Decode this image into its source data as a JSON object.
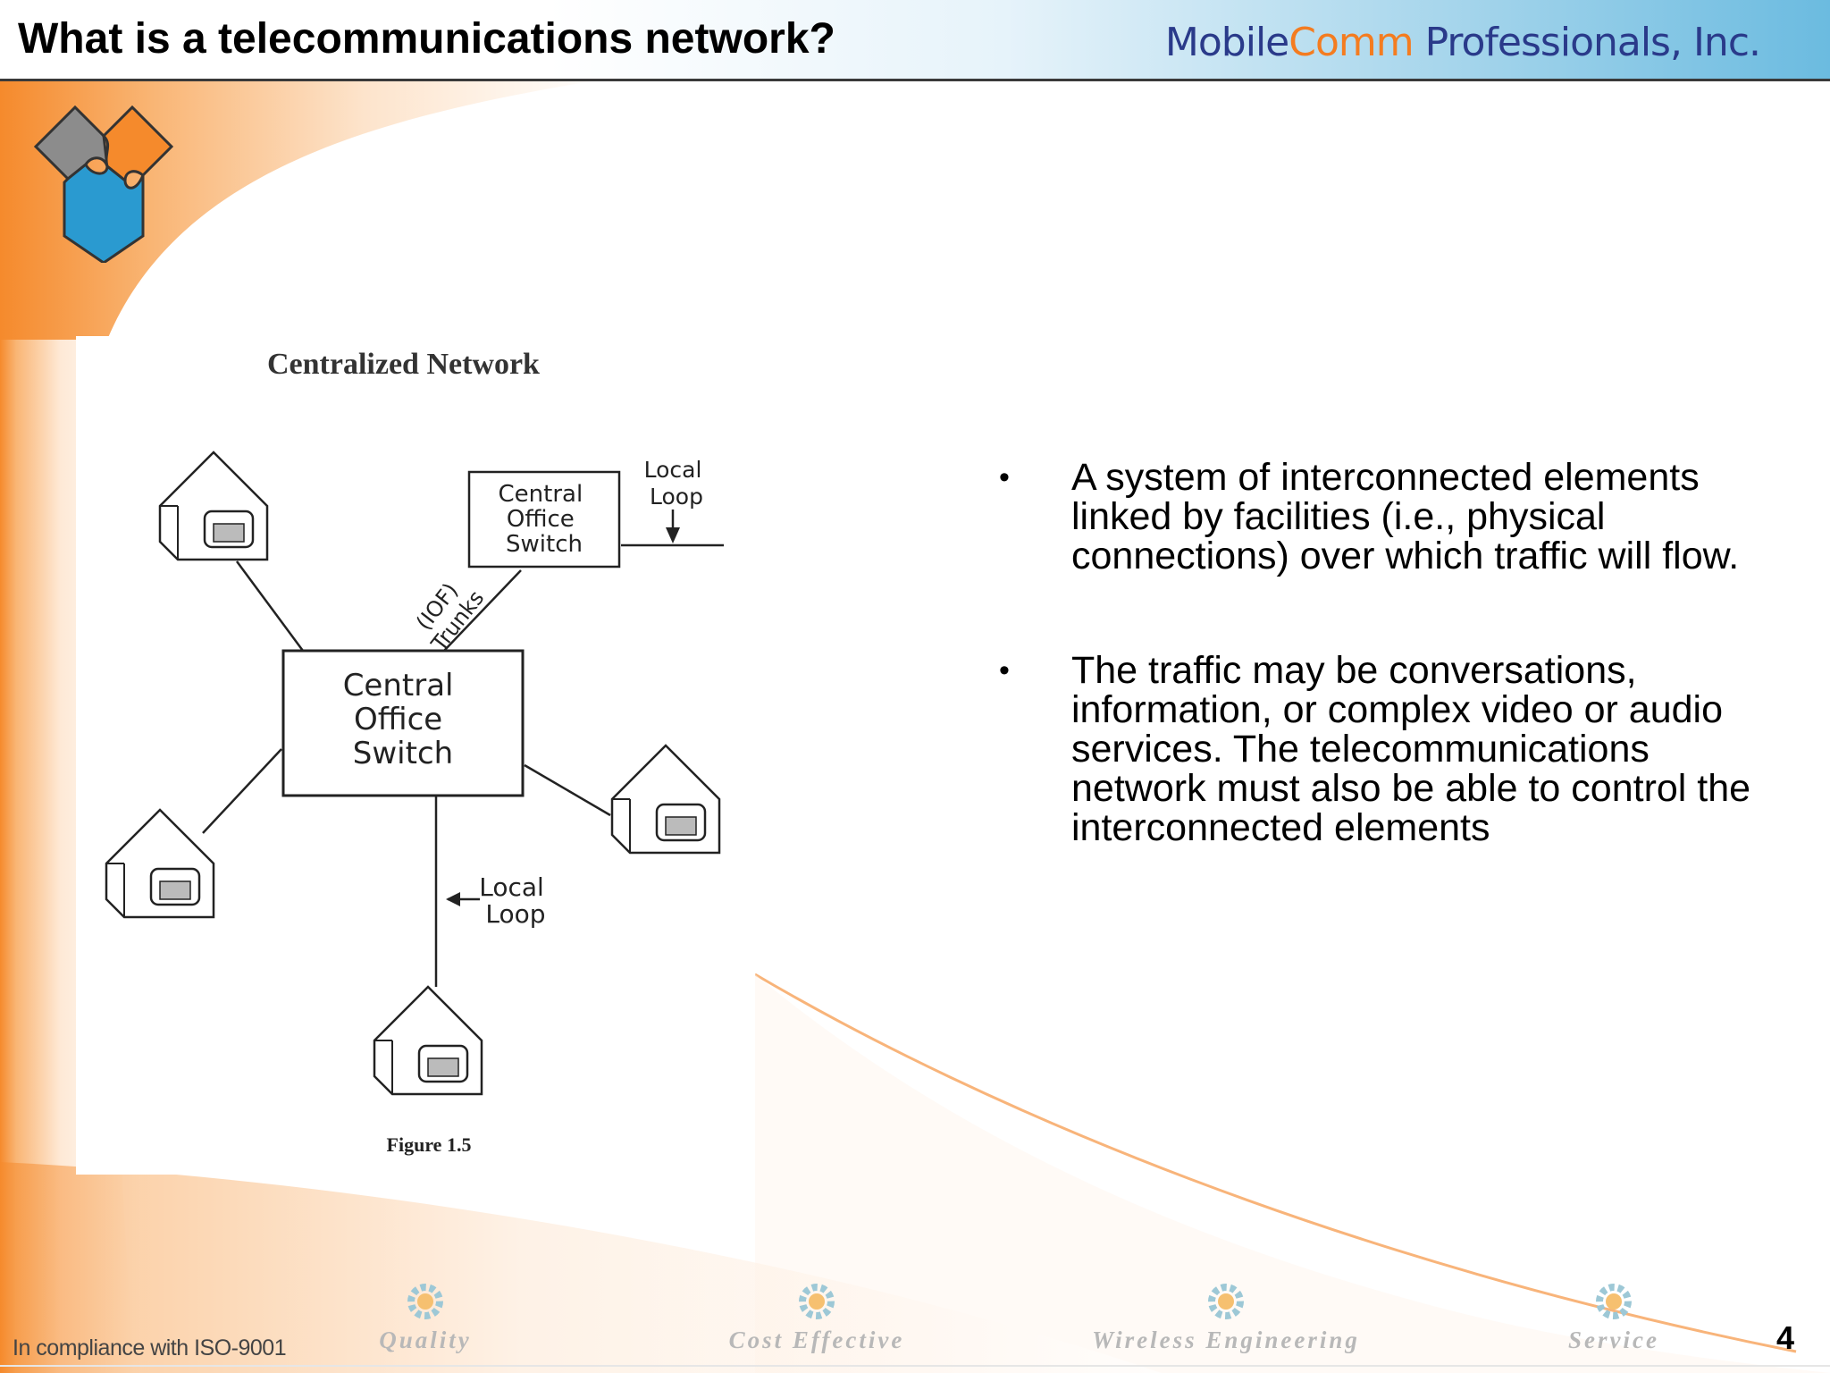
{
  "slide": {
    "title": "What is a telecommunications network?",
    "page_number": "4"
  },
  "brand": {
    "part1": "Mobile",
    "part2": "Comm",
    "part3": " Professionals, Inc."
  },
  "figure": {
    "title": "Centralized Network",
    "caption": "Figure 1.5",
    "central_switch_lines": [
      "Central",
      "Office",
      "Switch"
    ],
    "remote_switch_lines": [
      "Central",
      "Office",
      "Switch"
    ],
    "local_loop_top_lines": [
      "Local",
      "Loop"
    ],
    "local_loop_bottom_lines": [
      "Local",
      "Loop"
    ],
    "trunk_label_lines": [
      "(IOF)",
      "Trunks"
    ]
  },
  "bullets": [
    "A system of interconnected elements linked by facilities (i.e., physical connections) over which traffic will flow.",
    "The traffic may be conversations, information, or complex video or audio services. The telecommunications network must also be able to control the interconnected elements"
  ],
  "footer": {
    "compliance": "In compliance with ISO-9001",
    "items": [
      "Quality",
      "Cost Effective",
      "Wireless Engineering",
      "Service"
    ]
  },
  "colors": {
    "orange": "#f47c20",
    "blue": "#2a9ad0",
    "brand_navy": "#2a3a8a"
  }
}
